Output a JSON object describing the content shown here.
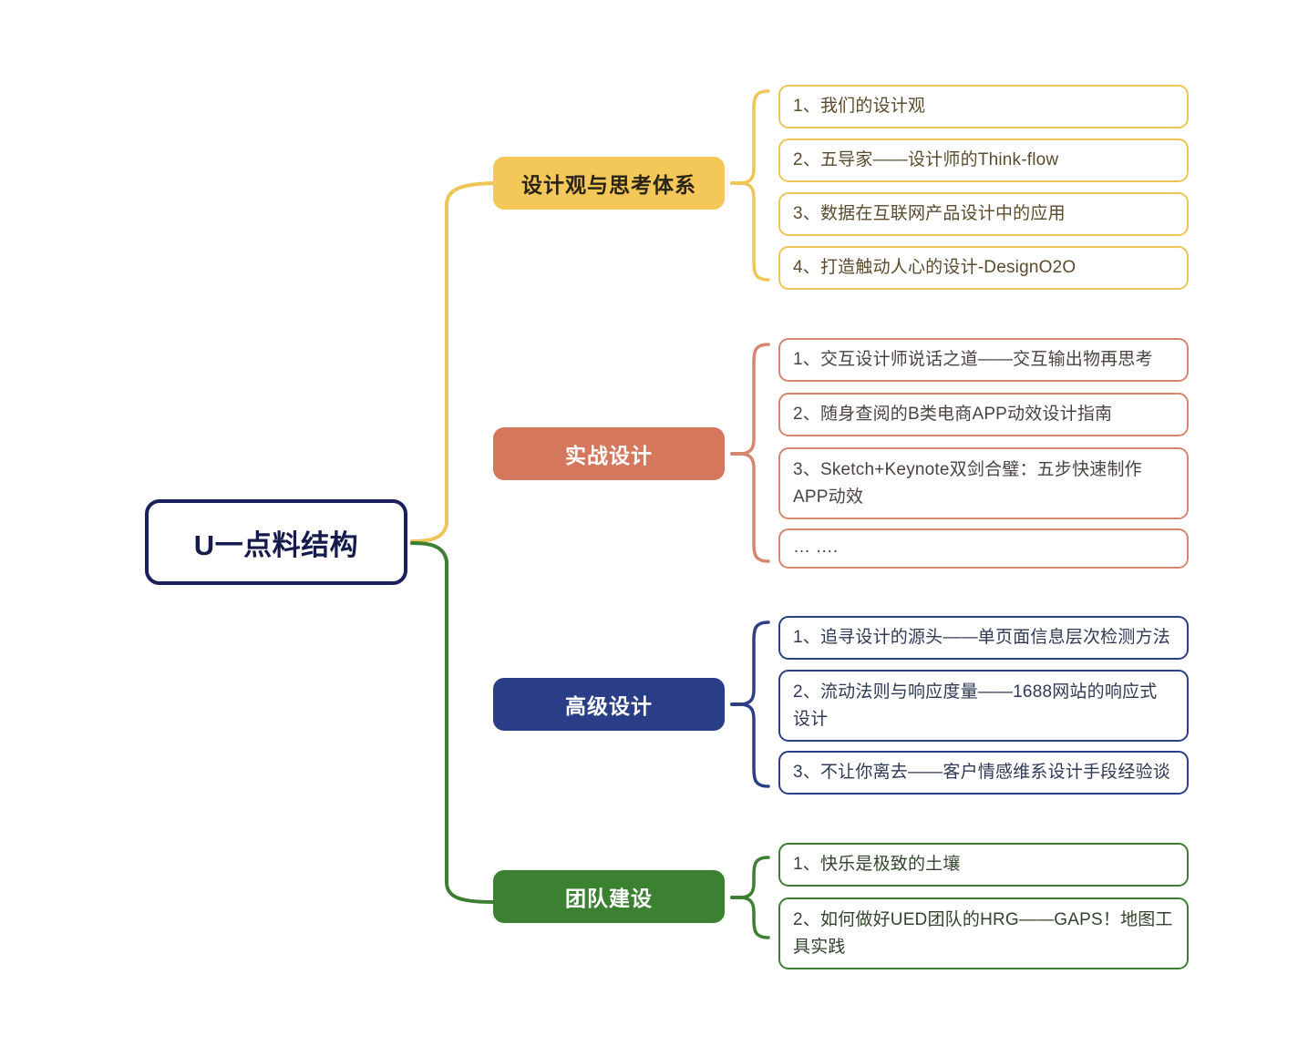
{
  "diagram": {
    "type": "mindmap",
    "background_color": "#ffffff",
    "root": {
      "label": "U一点料结构",
      "border_color": "#1B1F5C",
      "text_color": "#161B4E"
    },
    "branches": [
      {
        "label": "设计观与思考体系",
        "fill_color": "#F3C758",
        "text_color": "#2A2417",
        "connector_color": "#EFC558",
        "leaf_border_color": "#EFC558",
        "leaf_text_color": "#5B4B2C",
        "leaves": [
          {
            "text": "1、我们的设计观"
          },
          {
            "text": "2、五导家——设计师的Think-flow"
          },
          {
            "text": "3、数据在互联网产品设计中的应用"
          },
          {
            "text": "4、打造触动人心的设计-DesignO2O"
          }
        ]
      },
      {
        "label": "实战设计",
        "fill_color": "#D4775C",
        "text_color": "#ffffff",
        "connector_color": "#D4866F",
        "leaf_border_color": "#D4866F",
        "leaf_text_color": "#4A4340",
        "leaves": [
          {
            "text": "1、交互设计师说话之道——交互输出物再思考"
          },
          {
            "text": "2、随身查阅的B类电商APP动效设计指南"
          },
          {
            "text": "3、Sketch+Keynote双剑合璧：五步快速制作APP动效"
          },
          {
            "text": "… …."
          }
        ]
      },
      {
        "label": "高级设计",
        "fill_color": "#2A3E87",
        "text_color": "#ffffff",
        "connector_color": "#2B3E86",
        "leaf_border_color": "#2B3E86",
        "leaf_text_color": "#2E3A55",
        "leaves": [
          {
            "text": "1、追寻设计的源头——单页面信息层次检测方法"
          },
          {
            "text": "2、流动法则与响应度量——1688网站的响应式设计"
          },
          {
            "text": "3、不让你离去——客户情感维系设计手段经验谈"
          }
        ]
      },
      {
        "label": "团队建设",
        "fill_color": "#3C8032",
        "text_color": "#ffffff",
        "connector_color": "#3C7F33",
        "leaf_border_color": "#3C7F33",
        "leaf_text_color": "#31452C",
        "leaves": [
          {
            "text": "1、快乐是极致的土壤"
          },
          {
            "text": "2、如何做好UED团队的HRG——GAPS！地图工具实践"
          }
        ]
      }
    ]
  }
}
